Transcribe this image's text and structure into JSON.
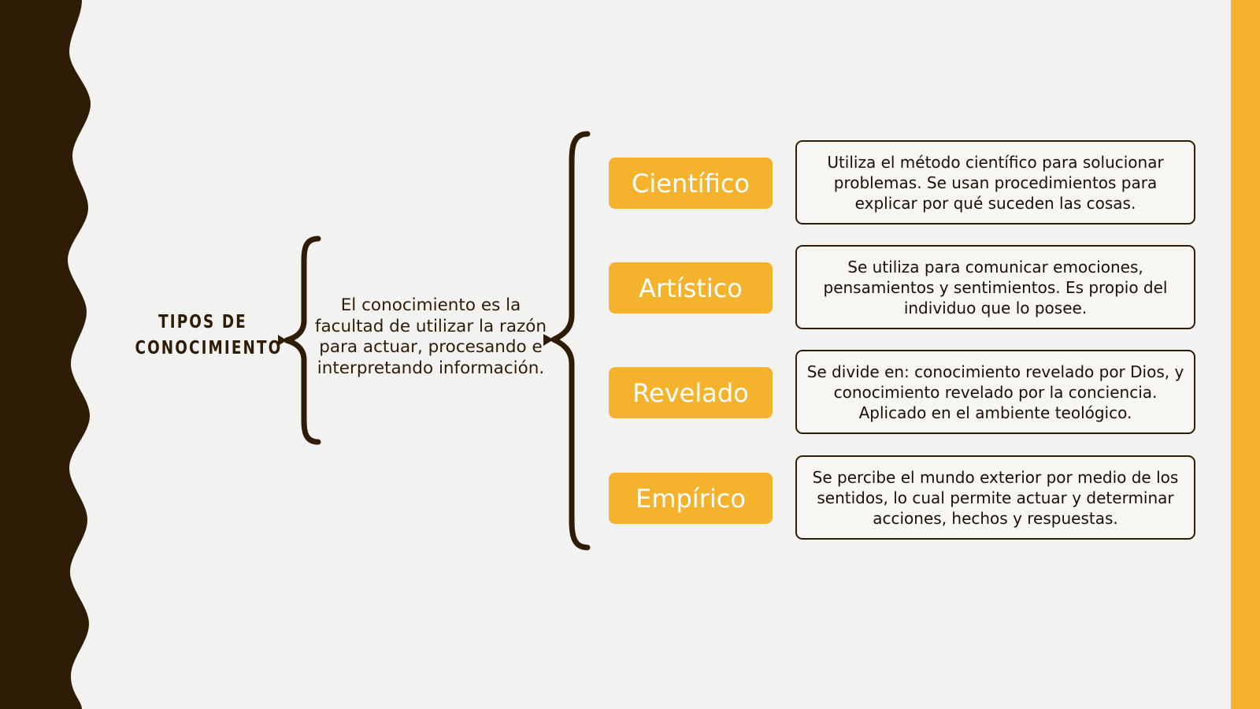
{
  "palette": {
    "background": "#F2F2F0",
    "dark_brown": "#2E1C06",
    "accent_yellow": "#F5B32D",
    "box_fill": "#F7F6F2",
    "chip_text": "#FFFFFF"
  },
  "title": {
    "line1": "TIPOS DE",
    "line2": "CONOCIMIENTO"
  },
  "central_definition": "El conocimiento es la facultad de utilizar la razón para actuar, procesando e interpretando información.",
  "rows": [
    {
      "type": "Científico",
      "description": "Utiliza el método científico para solucionar problemas. Se usan procedimientos para explicar por qué suceden las cosas."
    },
    {
      "type": "Artístico",
      "description": "Se utiliza para comunicar emociones, pensamientos y sentimientos. Es propio del individuo que lo posee."
    },
    {
      "type": "Revelado",
      "description": "Se divide en: conocimiento revelado por Dios, y conocimiento revelado por la conciencia. Aplicado en el ambiente teológico."
    },
    {
      "type": "Empírico",
      "description": "Se percibe el mundo exterior por medio de los sentidos, lo cual permite actuar y determinar acciones, hechos y respuestas."
    }
  ],
  "decor": {
    "left_band": "wavy-brown-band",
    "right_stripe": "orange-vertical-stripe",
    "brace_left": "left-curly-brace",
    "brace_right": "right-curly-brace"
  }
}
